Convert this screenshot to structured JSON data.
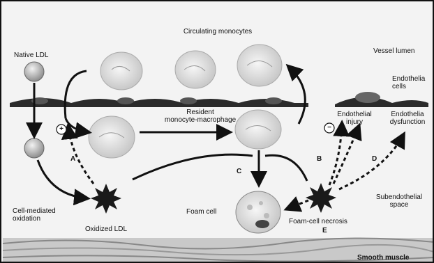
{
  "labels": {
    "circulating_monocytes": "Circulating monocytes",
    "vessel_lumen": "Vessel lumen",
    "native_ldl": "Native LDL",
    "endothelial_cells": "Endothelia\ncells",
    "resident_macrophage": "Resident\nmonocyte-macrophage",
    "endothelial_injury": "Endothelial\ninjury",
    "endothelial_dysfunction": "Endothelia\ndysfunction",
    "subendothelial_space": "Subendothelial\nspace",
    "cell_mediated_oxidation": "Cell-mediated\noxidation",
    "oxidized_ldl": "Oxidized LDL",
    "foam_cell": "Foam cell",
    "foam_cell_necrosis": "Foam-cell necrosis",
    "smooth_muscle": "Smooth muscle",
    "pathway_a": "A",
    "pathway_b": "B",
    "pathway_c": "C",
    "pathway_d": "D",
    "pathway_e": "E",
    "plus_sign": "+",
    "minus_sign": "−"
  },
  "colors": {
    "background": "#f3f3f3",
    "ink": "#111111",
    "cell_fill": "#e2e2e2",
    "ldl_fill": "#a9a9a9"
  }
}
